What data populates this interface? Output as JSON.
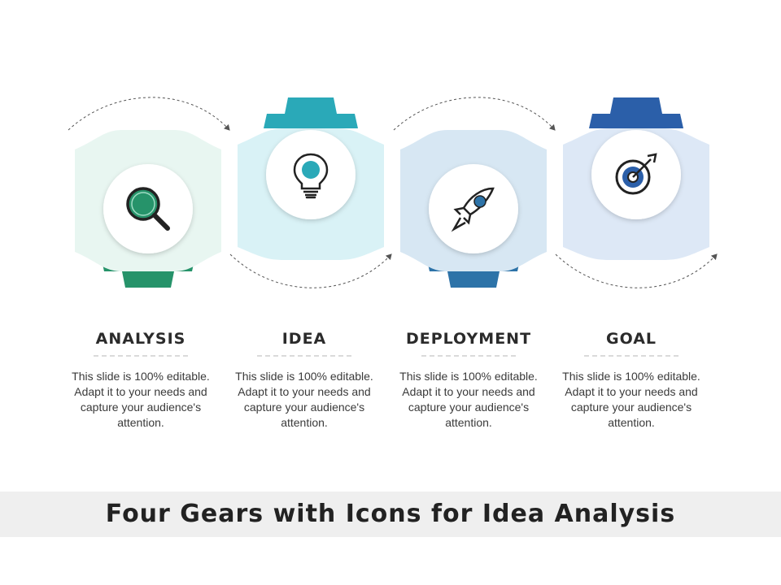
{
  "steps": [
    {
      "title": "ANALYSIS",
      "description": "This slide is 100% editable. Adapt it to your needs and capture your audience's attention.",
      "icon": "magnifier-icon",
      "accent_color": "#26936a",
      "gear_color": "#e8f6f1"
    },
    {
      "title": "IDEA",
      "description": "This slide is 100% editable. Adapt it to your needs and capture your audience's attention.",
      "icon": "lightbulb-icon",
      "accent_color": "#2aa9b8",
      "gear_color": "#d9f2f6"
    },
    {
      "title": "DEPLOYMENT",
      "description": "This slide is 100% editable. Adapt it to your needs and capture your audience's attention.",
      "icon": "rocket-icon",
      "accent_color": "#2d73a8",
      "gear_color": "#d7e7f3"
    },
    {
      "title": "GOAL",
      "description": "This slide is 100% editable. Adapt it to your needs and capture your audience's attention.",
      "icon": "target-icon",
      "accent_color": "#2b5fa9",
      "gear_color": "#dde8f6"
    }
  ],
  "footer": {
    "title": "Four Gears with Icons for Idea Analysis"
  }
}
